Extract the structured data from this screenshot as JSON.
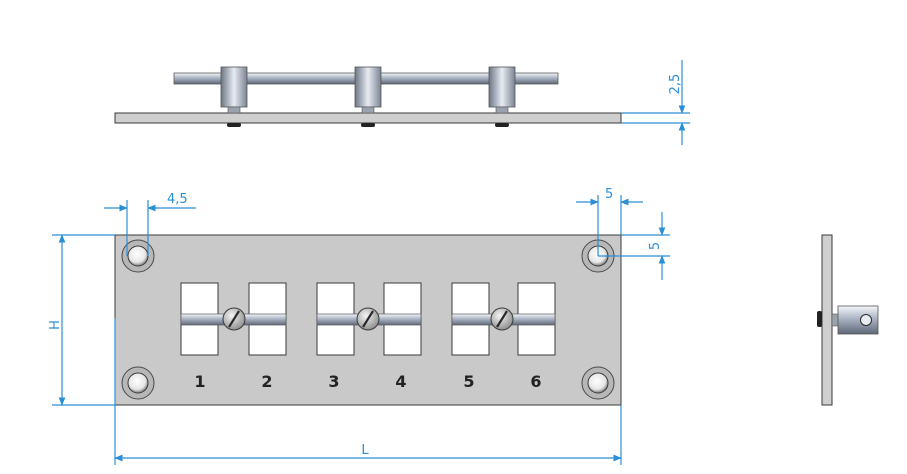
{
  "colors": {
    "plate": "#c9c9c9",
    "plate_edge": "#3a3a3a",
    "dimension": "#2b8fd6",
    "slot": "#ffffff",
    "number": "#222222"
  },
  "dimensions": {
    "plate_thickness": "2,5",
    "hole_diameter": "4,5",
    "hole_offset_x": "5",
    "hole_offset_y": "5",
    "height_label": "H",
    "length_label": "L"
  },
  "terminal_numbers": [
    "1",
    "2",
    "3",
    "4",
    "5",
    "6"
  ],
  "views": [
    "top-view",
    "front-view",
    "side-view"
  ]
}
